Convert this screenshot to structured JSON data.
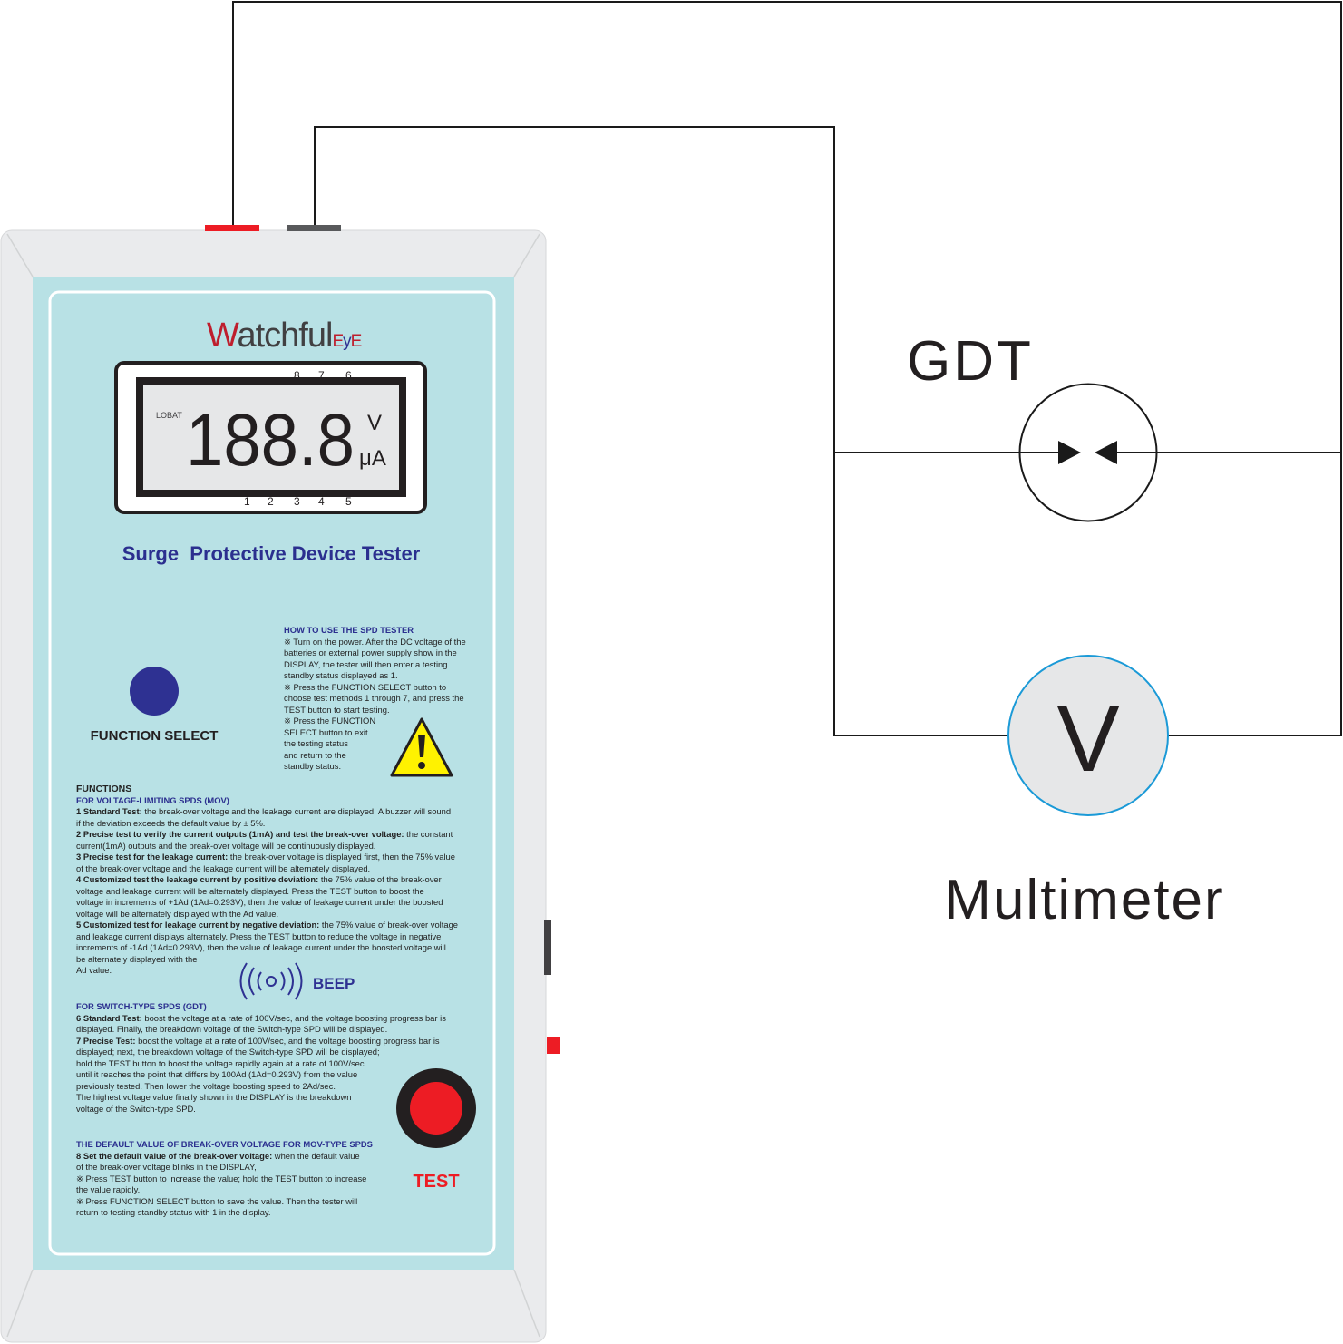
{
  "diagram": {
    "gdt_label": "GDT",
    "meter_symbol": "V",
    "meter_label": "Multimeter"
  },
  "device": {
    "brand_main": "Watchful",
    "brand_sub": "EyE",
    "display": {
      "digits": "188.8",
      "lobat": "LOBAT",
      "unit_v": "V",
      "unit_ua": "μA",
      "top_marks": [
        "8",
        "7",
        "6"
      ],
      "bottom_marks": [
        "1",
        "2",
        "3",
        "4",
        "5"
      ]
    },
    "title": "Surge  Protective Device Tester",
    "function_select_label": "FUNCTION SELECT",
    "beep_label": "BEEP",
    "test_label": "TEST",
    "colors": {
      "panel": "#b8e1e5",
      "case": "#eaebed",
      "text_blue": "#2b2f8f",
      "button_blue": "#2e3192",
      "test_red": "#ed1c24",
      "warning_yellow": "#fff200"
    },
    "how_to": {
      "heading": "HOW TO USE THE SPD TESTER",
      "lines": [
        "※ Turn on the power. After the DC voltage of the",
        "batteries or external power supply show in the",
        "DISPLAY, the tester will then enter a testing",
        "standby status displayed as 1.",
        "※ Press the FUNCTION SELECT button to",
        "choose test methods 1 through 7, and press the",
        "TEST button to start testing.",
        "※ Press the FUNCTION",
        "SELECT button to exit",
        "the testing status",
        "and return to the",
        "standby status."
      ]
    },
    "functions": {
      "heading": "FUNCTIONS",
      "mov_heading": "FOR VOLTAGE-LIMITING SPDS (MOV)",
      "items": [
        {
          "title": "1 Standard Test:",
          "text": " the break-over voltage and the leakage current are displayed. A buzzer will sound",
          "cont": [
            " if the deviation exceeds the default value by ± 5%."
          ]
        },
        {
          "title": "2 Precise test to verify the current outputs (1mA) and test the break-over voltage:",
          "text": " the constant",
          "cont": [
            "current(1mA) outputs and the break-over voltage will be continuously displayed."
          ]
        },
        {
          "title": "3 Precise test for the leakage current:",
          "text": " the break-over voltage is displayed first, then the 75% value",
          "cont": [
            "of the break-over voltage and the leakage current will be alternately displayed."
          ]
        },
        {
          "title": "4 Customized test the leakage current by positive deviation:",
          "text": " the 75% value of the break-over",
          "cont": [
            "voltage and leakage current will be alternately displayed. Press the TEST button to boost the",
            "voltage in increments of +1Ad (1Ad=0.293V); then the value of leakage current under the boosted",
            "voltage will be alternately displayed with the Ad value."
          ]
        },
        {
          "title": "5 Customized test for leakage current by negative deviation:",
          "text": " the 75% value of break-over voltage",
          "cont": [
            " and leakage current displays alternately. Press the TEST button to reduce the voltage in negative",
            "increments of -1Ad (1Ad=0.293V), then the value of leakage current under the boosted voltage will",
            "be alternately displayed with the",
            "Ad value."
          ]
        }
      ],
      "gdt_heading": "FOR SWITCH-TYPE SPDS (GDT)",
      "gdt_items": [
        {
          "title": "6 Standard Test:",
          "text": " boost the voltage at a rate of 100V/sec, and the voltage boosting progress bar is",
          "cont": [
            "displayed. Finally, the breakdown voltage of the Switch-type SPD will be displayed."
          ]
        },
        {
          "title": "7 Precise Test:",
          "text": " boost the voltage at a rate of 100V/sec, and the voltage boosting progress bar is",
          "cont": [
            "displayed; next, the breakdown voltage of the Switch-type SPD will be displayed;",
            "hold the TEST button to boost the voltage rapidly again at a rate of 100V/sec",
            "until it reaches the point that differs by 100Ad (1Ad=0.293V) from the value",
            "previously tested. Then lower the voltage boosting speed to 2Ad/sec.",
            "The highest voltage value finally shown in the DISPLAY is the breakdown",
            "voltage of the Switch-type SPD."
          ]
        }
      ],
      "default_heading": "THE DEFAULT VALUE OF BREAK-OVER VOLTAGE FOR MOV-TYPE SPDS",
      "default_item": {
        "title": "8 Set the default value of the break-over voltage:",
        "text": " when the default value",
        "cont": [
          "of the break-over voltage blinks in the DISPLAY,"
        ]
      },
      "default_notes": [
        "※ Press TEST button to increase the value; hold the TEST button to increase",
        "the value rapidly.",
        "※ Press FUNCTION SELECT button to save the value. Then the tester will",
        "return to testing standby status with 1 in the display."
      ]
    }
  }
}
